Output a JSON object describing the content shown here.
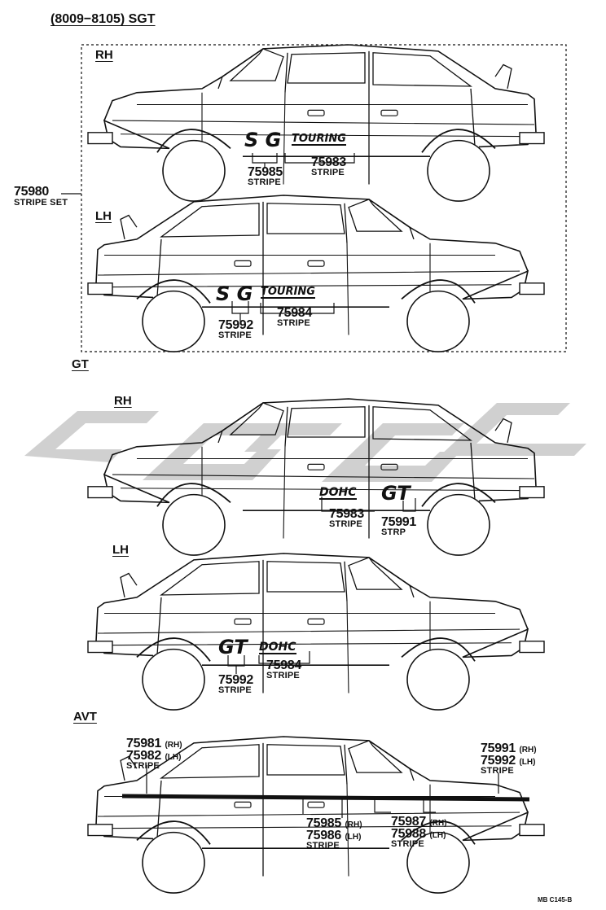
{
  "header": {
    "title": "(8009−8105) SGT"
  },
  "sgt": {
    "set_part": "75980",
    "set_desc": "STRIPE SET",
    "rh": {
      "label": "RH",
      "badge_sg": "S G",
      "badge_touring": "TOURING",
      "p1": "75985",
      "p1_desc": "STRIPE",
      "p2": "75983",
      "p2_desc": "STRIPE"
    },
    "lh": {
      "label": "LH",
      "badge_sg": "S G",
      "badge_touring": "TOURING",
      "p1": "75992",
      "p1_desc": "STRIPE",
      "p2": "75984",
      "p2_desc": "STRIPE"
    }
  },
  "gt": {
    "label": "GT",
    "rh": {
      "label": "RH",
      "badge_dohc": "DOHC",
      "badge_gt": "GT",
      "p1": "75983",
      "p1_desc": "STRIPE",
      "p2": "75991",
      "p2_desc": "STRP"
    },
    "lh": {
      "label": "LH",
      "badge_gt": "GT",
      "badge_dohc": "DOHC",
      "p1": "75984",
      "p1_desc": "STRIPE",
      "p2": "75992",
      "p2_desc": "STRIPE"
    }
  },
  "avt": {
    "label": "AVT",
    "a1": "75981",
    "a1_side": "(RH)",
    "a2": "75982",
    "a2_side": "(LH)",
    "a_desc": "STRIPE",
    "b1": "75991",
    "b1_side": "(RH)",
    "b2": "75992",
    "b2_side": "(LH)",
    "b_desc": "STRIPE",
    "c1": "75985",
    "c1_side": "(RH)",
    "c2": "75986",
    "c2_side": "(LH)",
    "c_desc": "STRIPE",
    "d1": "75987",
    "d1_side": "(RH)",
    "d2": "75988",
    "d2_side": "(LH)",
    "d_desc": "STRIPE"
  },
  "footer": {
    "code": "MB C145-B"
  }
}
